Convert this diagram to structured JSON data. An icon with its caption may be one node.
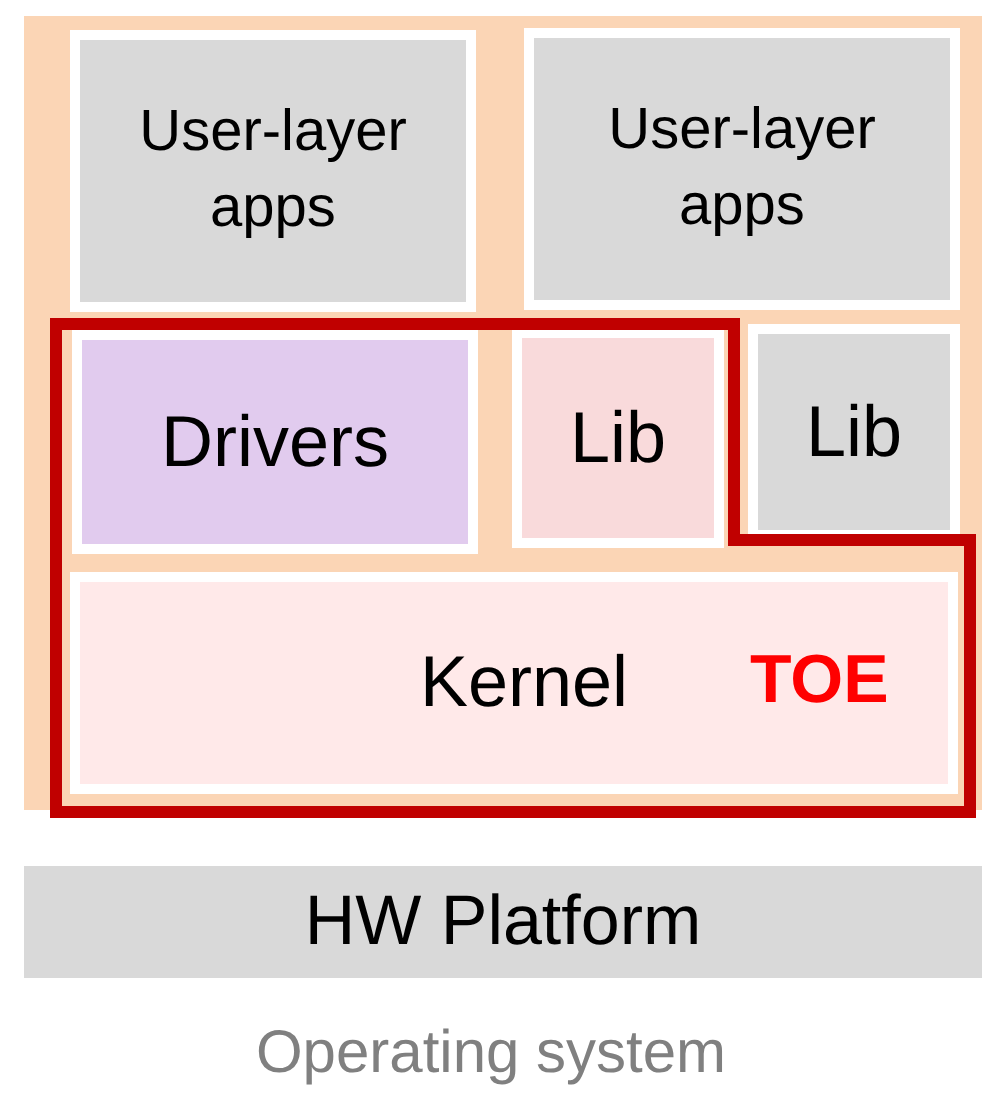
{
  "diagram": {
    "caption": "Operating system",
    "nodes": [
      {
        "text": [],
        "shape": "box"
      },
      {
        "text": [
          "User-layer apps"
        ],
        "in": 0
      },
      {
        "text": [
          "User-layer apps"
        ],
        "in": 0
      },
      {
        "text": [
          "Drivers"
        ],
        "in": 0
      },
      {
        "text": [
          "Lib"
        ],
        "in": 0
      },
      {
        "text": [
          "Lib"
        ],
        "in": 0
      },
      {
        "text": [
          "Kernel"
        ],
        "in": 0
      },
      {
        "text": [
          "HW Platform"
        ]
      }
    ],
    "labels": [
      "TOE"
    ]
  }
}
